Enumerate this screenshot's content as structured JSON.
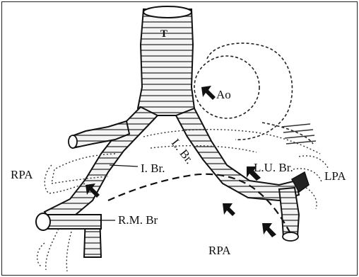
{
  "labels": {
    "trachea": "T",
    "aorta": "Ao",
    "left_bronchus": "L. Br.",
    "intermediate_bronchus": "I. Br.",
    "left_upper_bronchus": "L.U. Br.",
    "right_pa": "RPA",
    "left_pa": "LPA",
    "right_middle_bronchus": "R.M. Br",
    "rpa_bottom": "RPA"
  },
  "colors": {
    "ink": "#111111",
    "background": "#ffffff"
  }
}
